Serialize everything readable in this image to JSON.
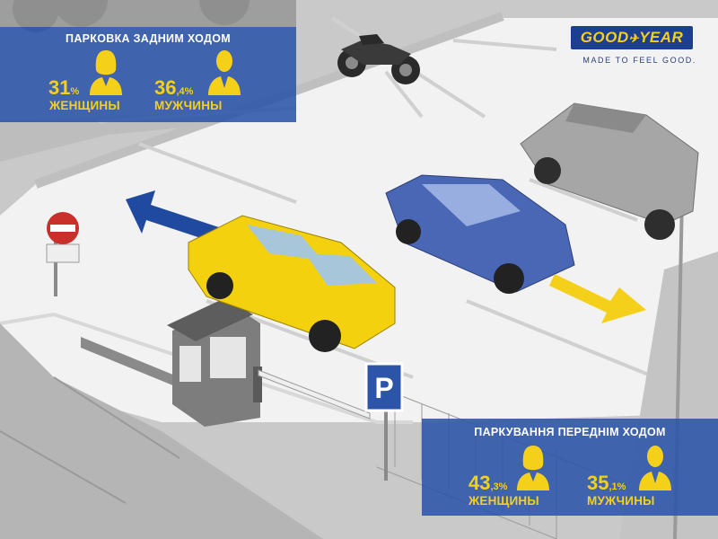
{
  "brand": {
    "logo_text": "GOOD✂YEAR",
    "logo_left": "GOOD",
    "logo_right": "YEAR",
    "slogan": "MADE TO FEEL GOOD.",
    "brand_blue": "#1d3f92",
    "brand_yellow": "#f5d01b"
  },
  "reverse_parking": {
    "title": "ПАРКОВКА ЗАДНИМ ХОДОМ",
    "women": {
      "value_int": "31",
      "value_dec": "%",
      "label": "ЖЕНЩИНЫ",
      "icon": "woman-icon"
    },
    "men": {
      "value_int": "36",
      "value_dec": ",4%",
      "label": "МУЖЧИНЫ",
      "icon": "man-icon"
    }
  },
  "forward_parking": {
    "title": "ПАРКУВАННЯ ПЕРЕДНІМ ХОДОМ",
    "women": {
      "value_int": "43",
      "value_dec": ",3%",
      "label": "ЖЕНЩИНЫ",
      "icon": "woman-icon"
    },
    "men": {
      "value_int": "35",
      "value_dec": ",1%",
      "label": "МУЖЧИНЫ",
      "icon": "man-icon"
    }
  },
  "scene": {
    "parking_sign": "P",
    "colors": {
      "panel": "#2c54a8",
      "arrow_blue": "#1f4aa0",
      "arrow_yellow": "#f5d01b",
      "yellow_car": "#f3d10f",
      "blue_car": "#4a67b6"
    },
    "icons": [
      "no-entry-sign-icon",
      "parking-sign-icon",
      "motorcycle-icon",
      "guard-booth-icon",
      "barrier-gate-icon"
    ]
  }
}
